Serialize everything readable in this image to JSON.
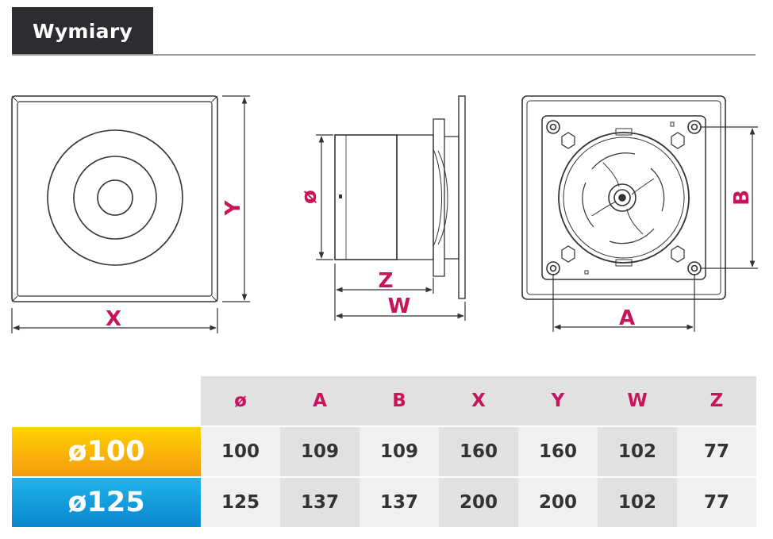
{
  "header": {
    "title": "Wymiary"
  },
  "diagram_labels": {
    "front_width": "X",
    "front_height": "Y",
    "side_diameter": "ø",
    "side_depth_z": "Z",
    "side_depth_w": "W",
    "back_a": "A",
    "back_b": "B"
  },
  "table": {
    "headers": [
      "ø",
      "A",
      "B",
      "X",
      "Y",
      "W",
      "Z"
    ],
    "rows": [
      {
        "label": "ø100",
        "color_top": "#ffd200",
        "color_bottom": "#f39a10",
        "values": [
          "100",
          "109",
          "109",
          "160",
          "160",
          "102",
          "77"
        ]
      },
      {
        "label": "ø125",
        "color_top": "#1fb4ea",
        "color_bottom": "#0b86cf",
        "values": [
          "125",
          "137",
          "137",
          "200",
          "200",
          "102",
          "77"
        ]
      }
    ]
  },
  "colors": {
    "accent": "#c8145a",
    "header_bg": "#2c2d31",
    "line": "#333333"
  }
}
